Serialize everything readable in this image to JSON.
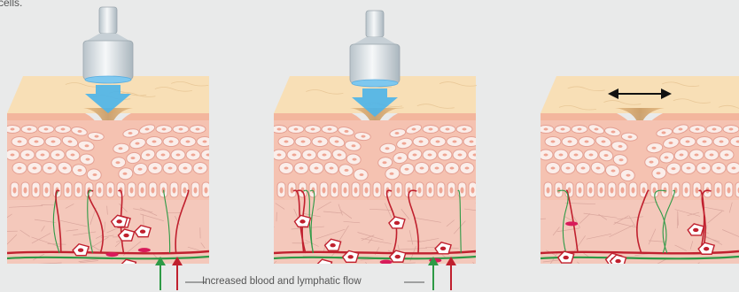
{
  "header": {
    "text": "cells."
  },
  "caption": {
    "text": "Increased blood and lymphatic flow"
  },
  "panels": [
    {
      "name": "panel-probe-press"
    },
    {
      "name": "panel-probe-release"
    },
    {
      "name": "panel-horizontal-stretch"
    }
  ],
  "colors": {
    "surface": "#f8dfb6",
    "surface_side": "#f1ca94",
    "epidermis": "#f5c2b1",
    "dermis": "#f4c8bb",
    "cell_fill": "#fbeeea",
    "cell_stroke": "#e4a093",
    "blood": "#c0202e",
    "lymph": "#2e9a46",
    "arrow_blue": "#4eb4e8",
    "probe_body": "#d3dce2"
  }
}
